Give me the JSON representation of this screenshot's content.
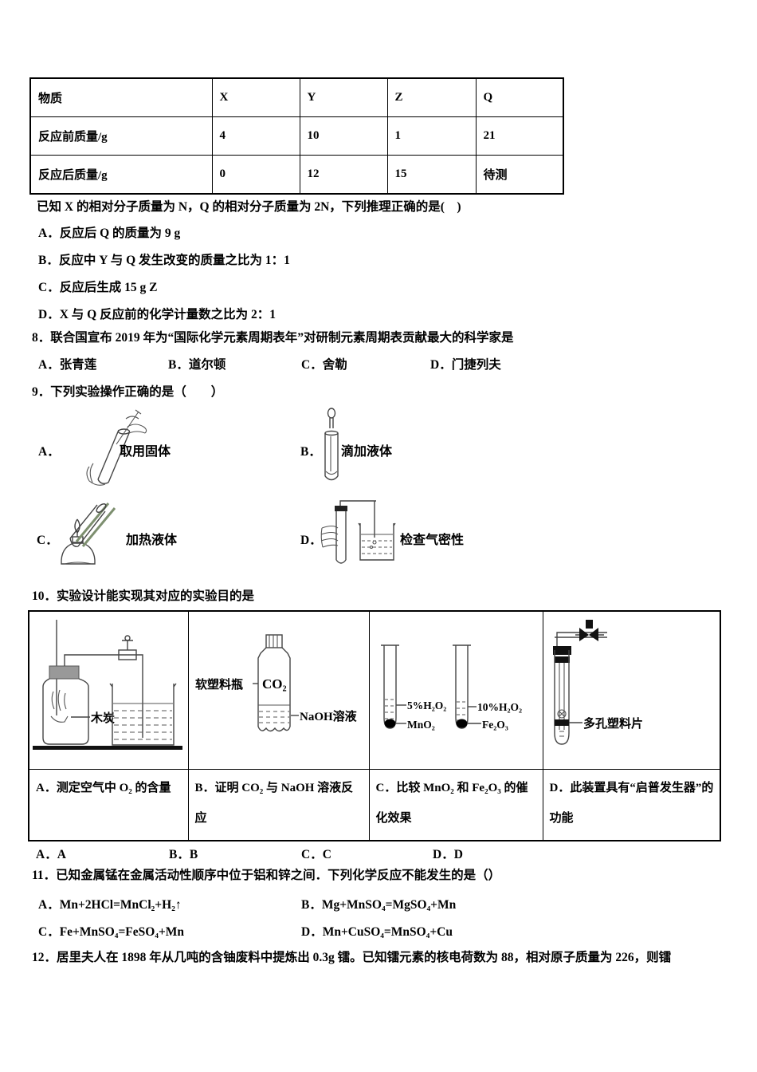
{
  "q7": {
    "table": {
      "rows": [
        [
          "物质",
          "X",
          "Y",
          "Z",
          "Q"
        ],
        [
          "反应前质量/g",
          "4",
          "10",
          "1",
          "21"
        ],
        [
          "反应后质量/g",
          "0",
          "12",
          "15",
          "待测"
        ]
      ]
    },
    "stem": "已知 X 的相对分子质量为 N，Q 的相对分子质量为 2N，下列推理正确的是(　)",
    "options": [
      "A．反应后 Q 的质量为 9 g",
      "B．反应中 Y 与 Q 发生改变的质量之比为 1：1",
      "C．反应后生成 15 g Z",
      "D．X 与 Q 反应前的化学计量数之比为 2：1"
    ]
  },
  "q8": {
    "stem": "8．联合国宣布 2019 年为“国际化学元素周期表年”对研制元素周期表贡献最大的科学家是",
    "options": [
      "A．张青莲",
      "B．道尔顿",
      "C．舍勒",
      "D．门捷列夫"
    ]
  },
  "q9": {
    "stem": "9．下列实验操作正确的是（　　）",
    "items": [
      {
        "label": "A．",
        "caption": "取用固体"
      },
      {
        "label": "B．",
        "caption": "滴加液体"
      },
      {
        "label": "C．",
        "caption": "加热液体"
      },
      {
        "label": "D．",
        "caption": "检查气密性"
      }
    ]
  },
  "q10": {
    "stem": "10．实验设计能实现其对应的实验目的是",
    "diagram1": {
      "charcoal": "木炭"
    },
    "diagram2": {
      "bottle": "软塑料瓶",
      "gas": "CO₂",
      "solution": "NaOH溶液"
    },
    "diagram3": {
      "t1_liquid": "5%H₂O₂",
      "t1_solid": "MnO₂",
      "t2_liquid": "10%H₂O₂",
      "t2_solid": "Fe₂O₃"
    },
    "diagram4": {
      "label": "多孔塑料片"
    },
    "purposes": [
      "A．测定空气中 O₂ 的含量",
      "B．证明 CO₂ 与 NaOH 溶液反应",
      "C．比较 MnO₂ 和 Fe₂O₃ 的催化效果",
      "D．此装置具有“启普发生器”的功能"
    ],
    "answers": [
      "A．A",
      "B．B",
      "C．C",
      "D．D"
    ]
  },
  "q11": {
    "stem": "11．已知金属锰在金属活动性顺序中位于铝和锌之间．下列化学反应不能发生的是（）",
    "options": [
      "A．Mn+2HCl=MnCl₂+H₂↑",
      "B．Mg+MnSO₄=MgSO₄+Mn",
      "C．Fe+MnSO₄=FeSO₄+Mn",
      "D．Mn+CuSO₄=MnSO₄+Cu"
    ]
  },
  "q12": {
    "stem": "12．居里夫人在 1898 年从几吨的含铀废料中提炼出 0.3g 镭。已知镭元素的核电荷数为 88，相对原子质量为 226，则镭"
  }
}
